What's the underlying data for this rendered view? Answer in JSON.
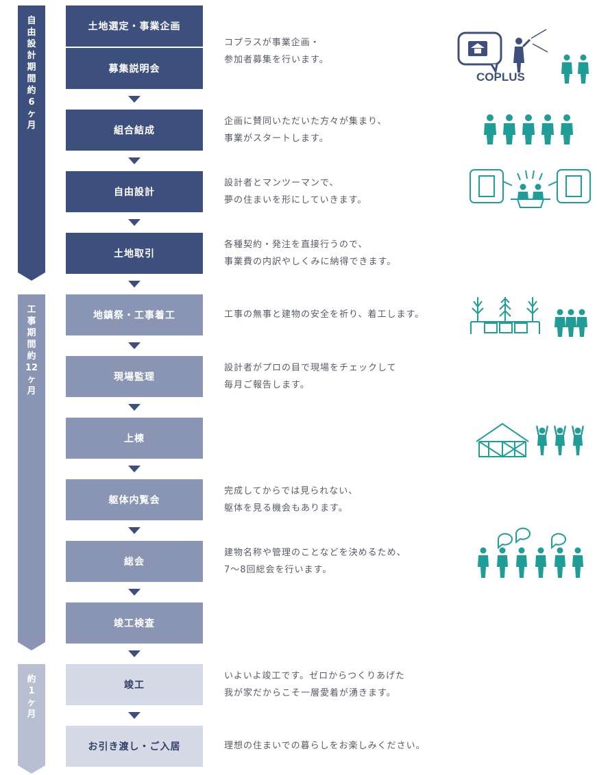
{
  "colors": {
    "phase_dark": "#3d4f7c",
    "phase_mid": "#8a95b4",
    "phase_light": "#b8bfd3",
    "step_dark": "#3d4f7c",
    "step_mid": "#8a95b4",
    "step_light": "#d6dae6",
    "arrow": "#3d4f7c",
    "teal": "#1f9d96"
  },
  "phases": [
    {
      "chars": [
        "自",
        "由",
        "設",
        "計",
        "期",
        "間",
        "約",
        "6",
        "ヶ",
        "月"
      ]
    },
    {
      "chars": [
        "工",
        "事",
        "期",
        "間",
        "約",
        "12",
        "ヶ",
        "月"
      ]
    },
    {
      "chars": [
        "約",
        "1",
        "ヶ",
        "月"
      ]
    }
  ],
  "steps": [
    {
      "label": "土地選定・事業企画"
    },
    {
      "label": "募集説明会"
    },
    {
      "label": "組合結成"
    },
    {
      "label": "自由設計"
    },
    {
      "label": "土地取引"
    },
    {
      "label": "地鎮祭・工事着工"
    },
    {
      "label": "現場監理"
    },
    {
      "label": "上棟"
    },
    {
      "label": "躯体内覧会"
    },
    {
      "label": "総会"
    },
    {
      "label": "竣工検査"
    },
    {
      "label": "竣工"
    },
    {
      "label": "お引き渡し・ご入居"
    }
  ],
  "descriptions": [
    {
      "lines": [
        "コプラスが事業企画・",
        "参加者募集を行います。"
      ]
    },
    {
      "lines": [
        "企画に賛同いただいた方々が集まり、",
        "事業がスタートします。"
      ]
    },
    {
      "lines": [
        "設計者とマンツーマンで、",
        "夢の住まいを形にしていきます。"
      ]
    },
    {
      "lines": [
        "各種契約・発注を直接行うので、",
        "事業費の内訳やしくみに納得できます。"
      ]
    },
    {
      "lines": [
        "工事の無事と建物の安全を祈り、着工します。"
      ]
    },
    {
      "lines": [
        "設計者がプロの目で現場をチェックして",
        "毎月ご報告します。"
      ]
    },
    {
      "lines": [
        "完成してからでは見られない、",
        "躯体を見る機会もあります。"
      ]
    },
    {
      "lines": [
        "建物名称や管理のことなどを決めるため、",
        "7〜8回総会を行います。"
      ]
    },
    {
      "lines": [
        "いよいよ竣工です。ゼロからつくりあげた",
        "我が家だからこそ一層愛着が湧きます。"
      ]
    },
    {
      "lines": [
        "理想の住まいでの暮らしをお楽しみください。"
      ]
    }
  ],
  "illustrations": {
    "coplus_logo": "COPLUS",
    "icons": [
      "coplus-presentation",
      "group-of-five",
      "design-meeting",
      "groundbreaking-ceremony",
      "framing-celebration",
      "general-meeting"
    ]
  }
}
